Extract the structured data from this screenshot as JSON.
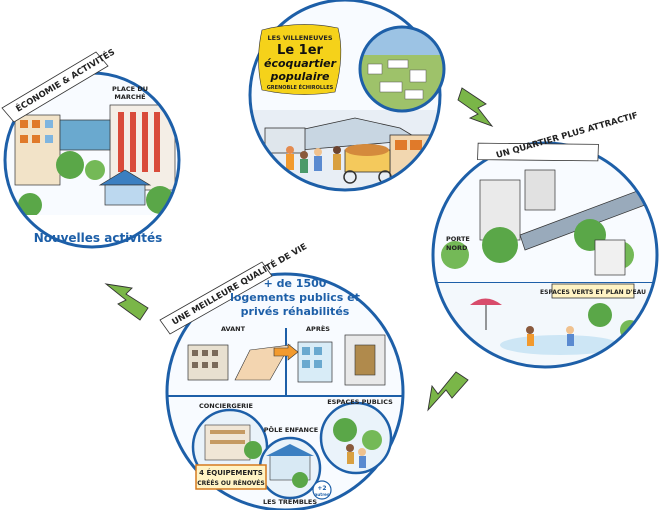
{
  "top": {
    "badge_line1": "LES VILLENEUVES",
    "badge_line2": "Le 1er",
    "badge_line3": "écoquartier",
    "badge_line4": "populaire",
    "badge_line5": "GRENOBLE ÉCHIROLLES"
  },
  "left": {
    "banner": "ÉCONOMIE & ACTIVITÉS",
    "place_label_1": "PLACE DU",
    "place_label_2": "MARCHÉ",
    "caption": "Nouvelles activités"
  },
  "right": {
    "banner": "UN QUARTIER PLUS ATTRACTIF",
    "porte_1": "PORTE",
    "porte_2": "NORD",
    "spaces": "ESPACES VERTS ET PLAN D'EAU"
  },
  "bottom": {
    "banner": "UNE MEILLEURE QUALITÉ DE VIE",
    "headline_1": "+ de 1500",
    "headline_2": "logements publics et",
    "headline_3": "privés réhabilités",
    "before": "AVANT",
    "after": "APRÈS",
    "conciergerie": "CONCIERGERIE",
    "pole": "PÔLE ENFANCE",
    "espaces_publics": "ESPACES PUBLICS",
    "equip_1": "4 ÉQUIPEMENTS",
    "equip_2": "CRÉÉS OU RÉNOVÉS",
    "trembles": "LES TREMBLES",
    "plus2_1": "+2",
    "plus2_2": "autres"
  },
  "colors": {
    "ring": "#1d5fa8",
    "arrow": "#7ab648",
    "badge": "#f5d21a"
  }
}
